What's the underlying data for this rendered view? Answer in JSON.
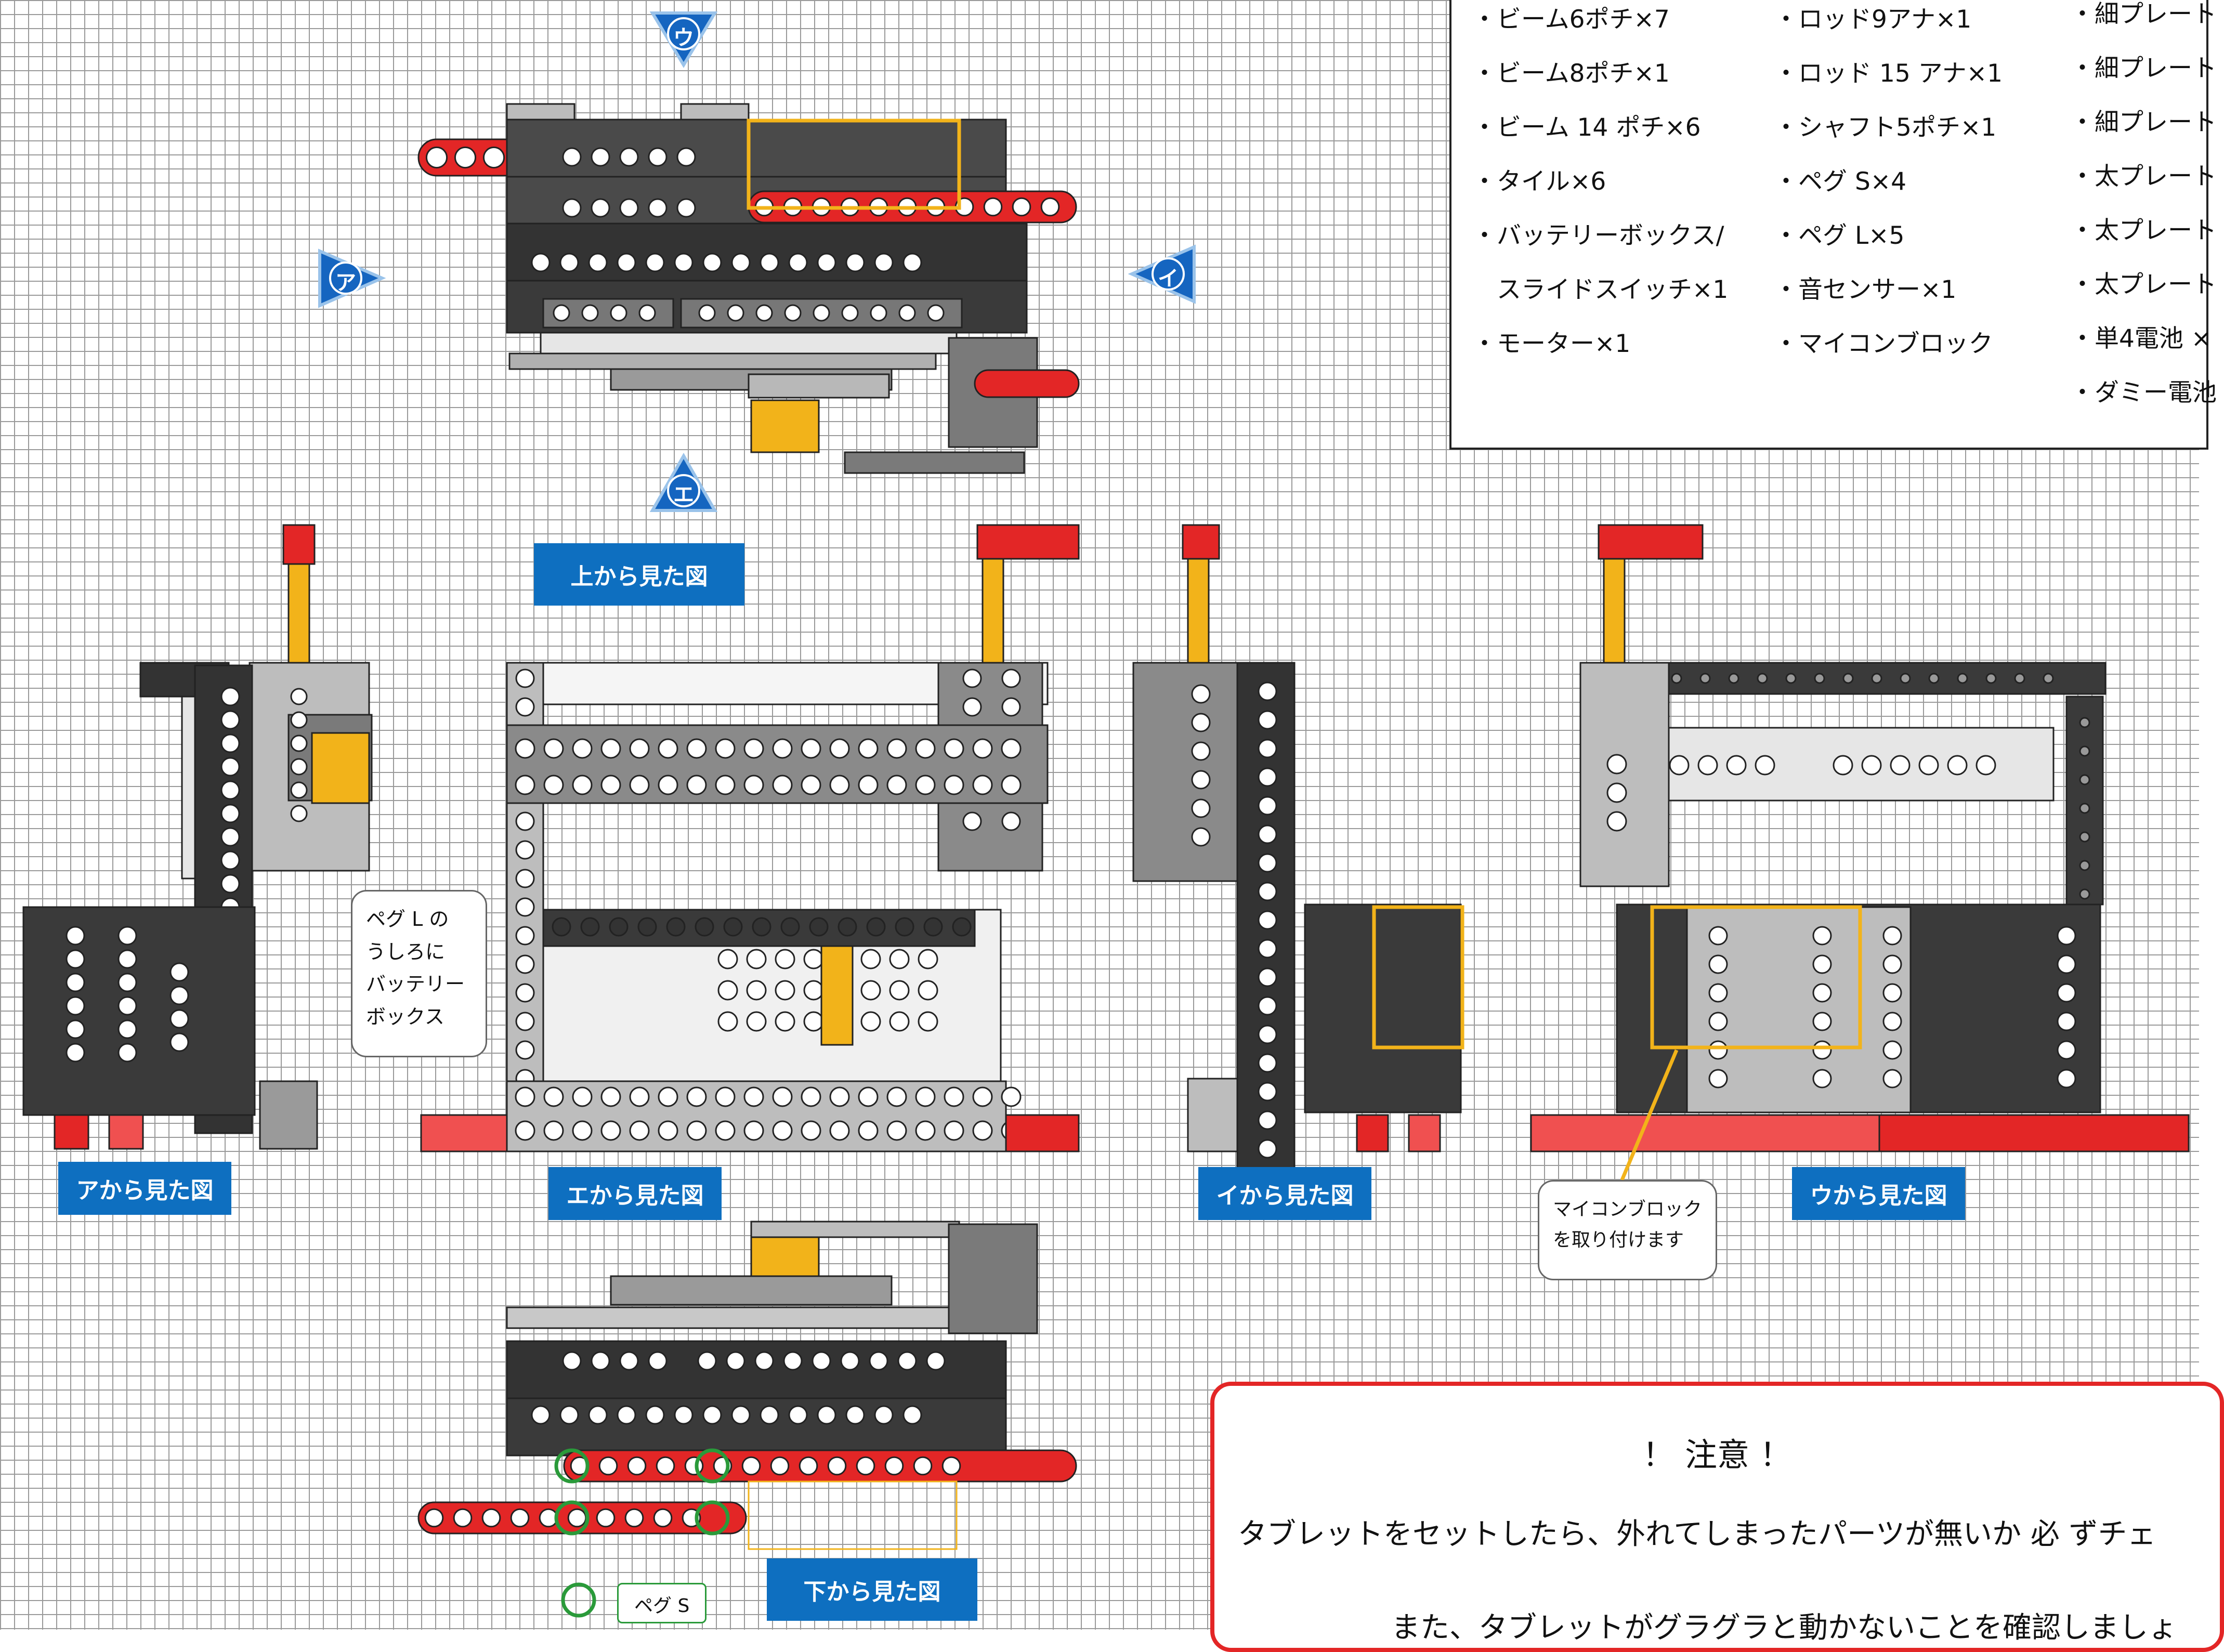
{
  "views": {
    "top": "上から見た図",
    "a": "アから見た図",
    "e": "エから見た図",
    "i": "イから見た図",
    "u": "ウから見た図",
    "bottom": "下から見た図"
  },
  "direction_markers": {
    "a": "ア",
    "i": "イ",
    "u": "ウ",
    "e": "エ"
  },
  "callouts": {
    "peg_l_note": "ペグ L の\nうしろに\nバッテリー\nボックス",
    "mcu_note": "マイコンブロック\nを取り付けます",
    "peg_s": "ペグ S"
  },
  "parts_list": {
    "col1": [
      "・ビーム6ポチ×7",
      "・ビーム8ポチ×1",
      "・ビーム 14 ポチ×6",
      "・タイル×6",
      "・バッテリーボックス/",
      "　スライドスイッチ×1",
      "・モーター×1"
    ],
    "col2": [
      "・ロッド9アナ×1",
      "・ロッド 15 アナ×1",
      "・シャフト5ポチ×1",
      "・ペグ S×4",
      "・ペグ L×5",
      "・音センサー×1",
      "・マイコンブロック"
    ],
    "col3": [
      "・細プレート",
      "・細プレート",
      "・細プレート",
      "・太プレート",
      "・太プレート",
      "・太プレート",
      "・単4電池 ×",
      "・ダミー電池"
    ]
  },
  "caution": {
    "title": "！ 注意 ！",
    "line1": "タブレットをセットしたら、外れてしまったパーツが無いか 必 ずチェ",
    "line2": "また、タブレットがグラグラと動かないことを確認しましょ"
  },
  "colors": {
    "grid_line": "#9a9a9a",
    "label_blue": "#0e6fc0",
    "highlight_yellow": "#f2b31a",
    "rod_red": "#e32626",
    "beam_dark": "#3a3a3a",
    "beam_mid": "#7a7a7a",
    "beam_light": "#c8c8c8"
  }
}
